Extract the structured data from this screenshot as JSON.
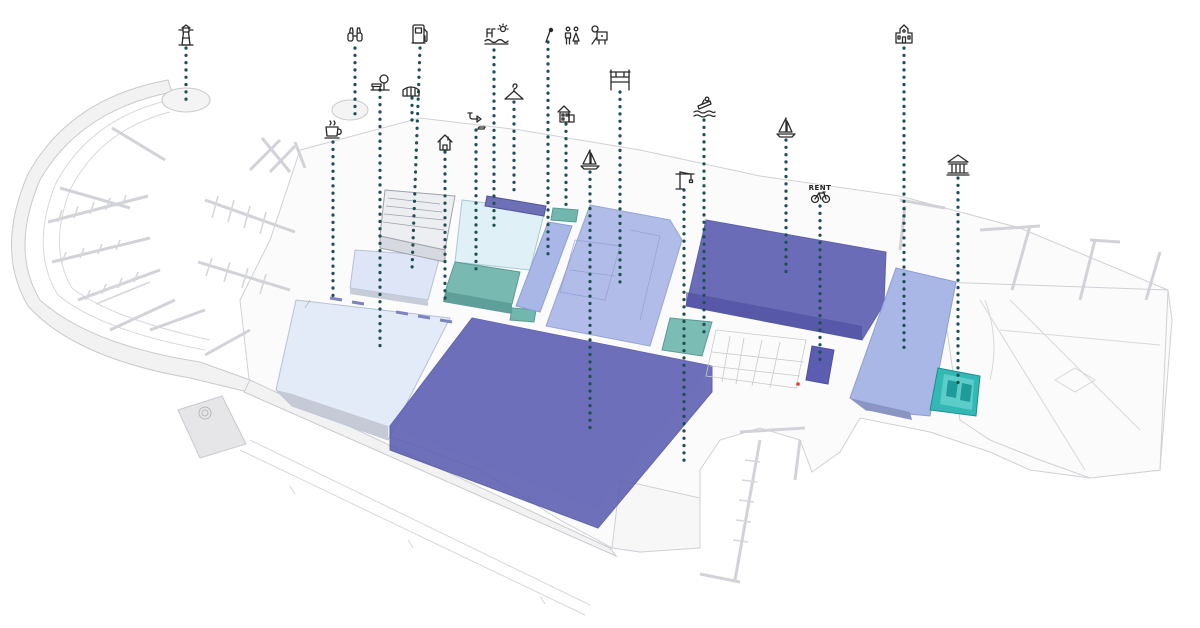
{
  "map": {
    "palette": {
      "dark_blue": "#5b5db0",
      "light_blue": "#a9b7e6",
      "pale_blue": "#dde5f6",
      "teal": "#6fb4ae",
      "bright_teal": "#2fb6b4",
      "leader": "#1f4f52",
      "structure_grey": "#d2d3d8"
    },
    "pois": [
      {
        "id": "lighthouse",
        "icon": "lighthouse-icon"
      },
      {
        "id": "binoculars",
        "icon": "binoculars-icon"
      },
      {
        "id": "fuel",
        "icon": "fuel-pump-icon"
      },
      {
        "id": "pool",
        "icon": "swimming-pool-icon"
      },
      {
        "id": "golf",
        "icon": "golf-icon"
      },
      {
        "id": "toilets",
        "icon": "toilets-icon"
      },
      {
        "id": "playground",
        "icon": "playground-icon"
      },
      {
        "id": "picnic",
        "icon": "picnic-icon"
      },
      {
        "id": "amphitheatre",
        "icon": "amphitheatre-icon"
      },
      {
        "id": "cafe",
        "icon": "coffee-cup-icon"
      },
      {
        "id": "market",
        "icon": "market-stall-icon"
      },
      {
        "id": "house",
        "icon": "house-icon"
      },
      {
        "id": "shower",
        "icon": "shower-icon"
      },
      {
        "id": "boutique",
        "icon": "clothes-hanger-icon"
      },
      {
        "id": "apartments",
        "icon": "apartment-icon"
      },
      {
        "id": "gym",
        "icon": "gym-rings-icon"
      },
      {
        "id": "sailing_club",
        "icon": "sailboat-icon"
      },
      {
        "id": "crane",
        "icon": "crane-icon"
      },
      {
        "id": "slipway",
        "icon": "boat-ramp-icon"
      },
      {
        "id": "marina",
        "icon": "sailboat-icon"
      },
      {
        "id": "bike_rental",
        "icon": "bicycle-icon",
        "label": "RENT"
      },
      {
        "id": "historic",
        "icon": "historic-building-icon"
      },
      {
        "id": "museum",
        "icon": "museum-icon"
      }
    ]
  }
}
